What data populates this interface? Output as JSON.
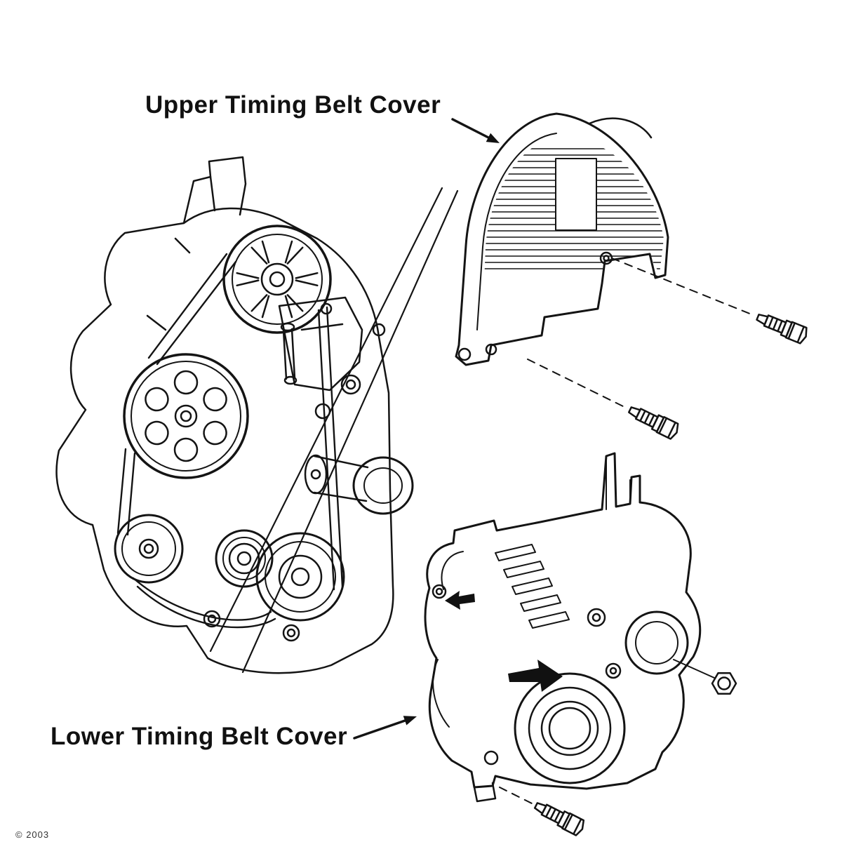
{
  "diagram": {
    "labels": {
      "upper": "Upper Timing Belt Cover",
      "lower": "Lower Timing Belt Cover"
    },
    "watermark": "© 2003",
    "colors": {
      "line": "#141414",
      "background": "#ffffff"
    },
    "parts": [
      "engine-front-accessory-drive",
      "upper-timing-belt-cover",
      "lower-timing-belt-cover",
      "cover-mounting-bolt-1",
      "cover-mounting-bolt-2",
      "cover-mounting-bolt-3",
      "cover-mounting-nut"
    ]
  }
}
